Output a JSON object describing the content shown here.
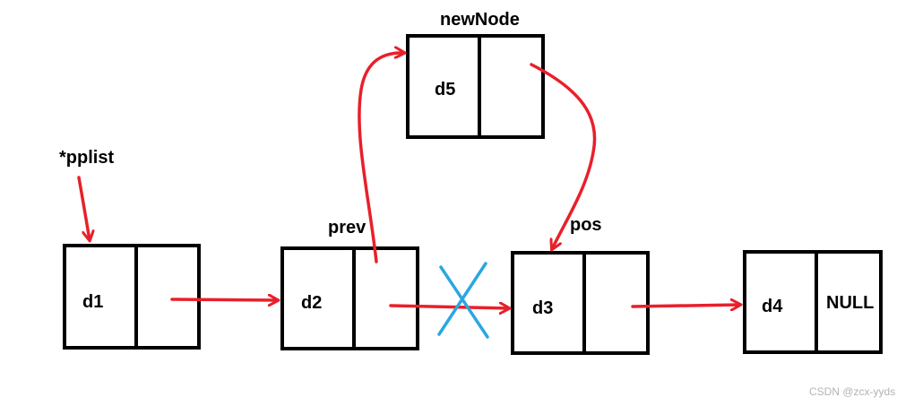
{
  "colors": {
    "node_border": "#000000",
    "arrow": "#e8202a",
    "cross_mark": "#2aa7e0",
    "watermark": "#b3b3b3",
    "background": "#ffffff"
  },
  "labels": {
    "newNode": "newNode",
    "pplist": "*pplist",
    "prev": "prev",
    "pos": "pos"
  },
  "nodes": {
    "d1": {
      "data": "d1",
      "next": ""
    },
    "d2": {
      "data": "d2",
      "next": ""
    },
    "d3": {
      "data": "d3",
      "next": ""
    },
    "d4": {
      "data": "d4",
      "next": "NULL"
    },
    "d5": {
      "data": "d5",
      "next": ""
    }
  },
  "watermark": "CSDN @zcx-yyds"
}
